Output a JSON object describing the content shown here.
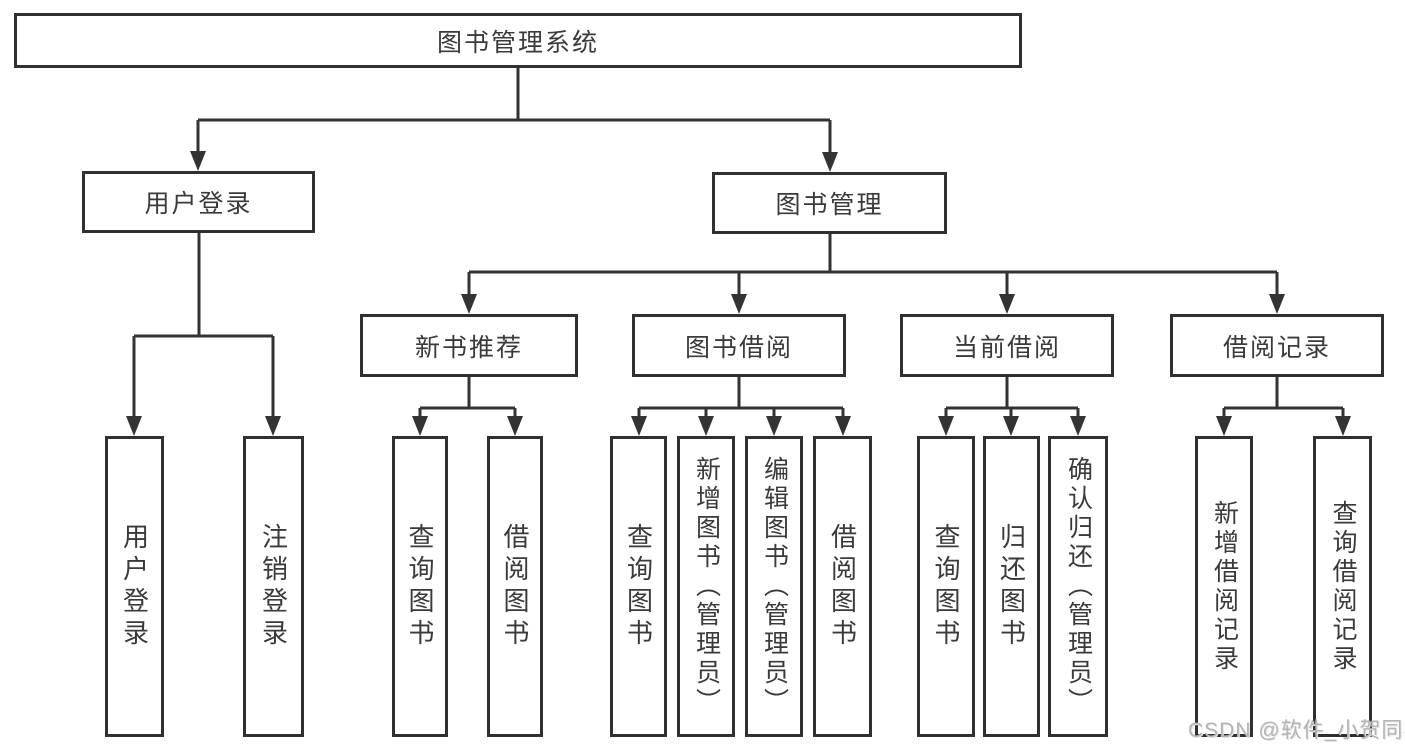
{
  "tree": {
    "root": "图书管理系统",
    "level2": [
      "用户登录",
      "图书管理"
    ],
    "level3": [
      "新书推荐",
      "图书借阅",
      "当前借阅",
      "借阅记录"
    ],
    "leaves_user": [
      "用户登录",
      "注销登录"
    ],
    "leaves_newbook": [
      "查询图书",
      "借阅图书"
    ],
    "leaves_borrow": [
      "查询图书",
      "新增图书（管理员）",
      "编辑图书（管理员）",
      "借阅图书"
    ],
    "leaves_current": [
      "查询图书",
      "归还图书",
      "确认归还（管理员）"
    ],
    "leaves_records": [
      "新增借阅记录",
      "查询借阅记录"
    ]
  },
  "watermark": {
    "text": "CSDN @软件_小贺同学",
    "color": "#b4b4b4"
  },
  "colors": {
    "box_border": "#303030",
    "text": "#3a3a3a",
    "line": "#333333",
    "background": "#ffffff"
  }
}
